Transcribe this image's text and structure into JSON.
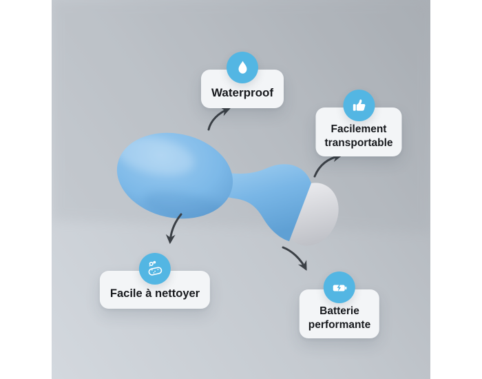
{
  "badges": [
    {
      "id": "waterproof",
      "label": "Waterproof",
      "icon": "water-drop-icon"
    },
    {
      "id": "transportable",
      "label": "Facilement transportable",
      "lines": [
        "Facilement",
        "transportable"
      ],
      "icon": "thumbs-up-icon"
    },
    {
      "id": "nettoyer",
      "label": "Facile à nettoyer",
      "icon": "sponge-icon"
    },
    {
      "id": "batterie",
      "label": "Batterie performante",
      "lines": [
        "Batterie",
        "performante"
      ],
      "icon": "battery-charging-icon"
    }
  ],
  "colors": {
    "page_bg": "#ffffff",
    "photo_bg_light": "#d3d8de",
    "photo_bg_dark": "#abb0b6",
    "icon_circle": "#53b6e3",
    "icon_glyph": "#ffffff",
    "pill_bg": "#f3f5f7",
    "label_text": "#17191d",
    "arrow": "#3b4046",
    "product_blue_light": "#a3d0f1",
    "product_blue": "#79b6e6",
    "product_blue_dark": "#5fa0d4",
    "product_cap_light": "#f1f1f4",
    "product_cap_dark": "#bfc1c7"
  }
}
